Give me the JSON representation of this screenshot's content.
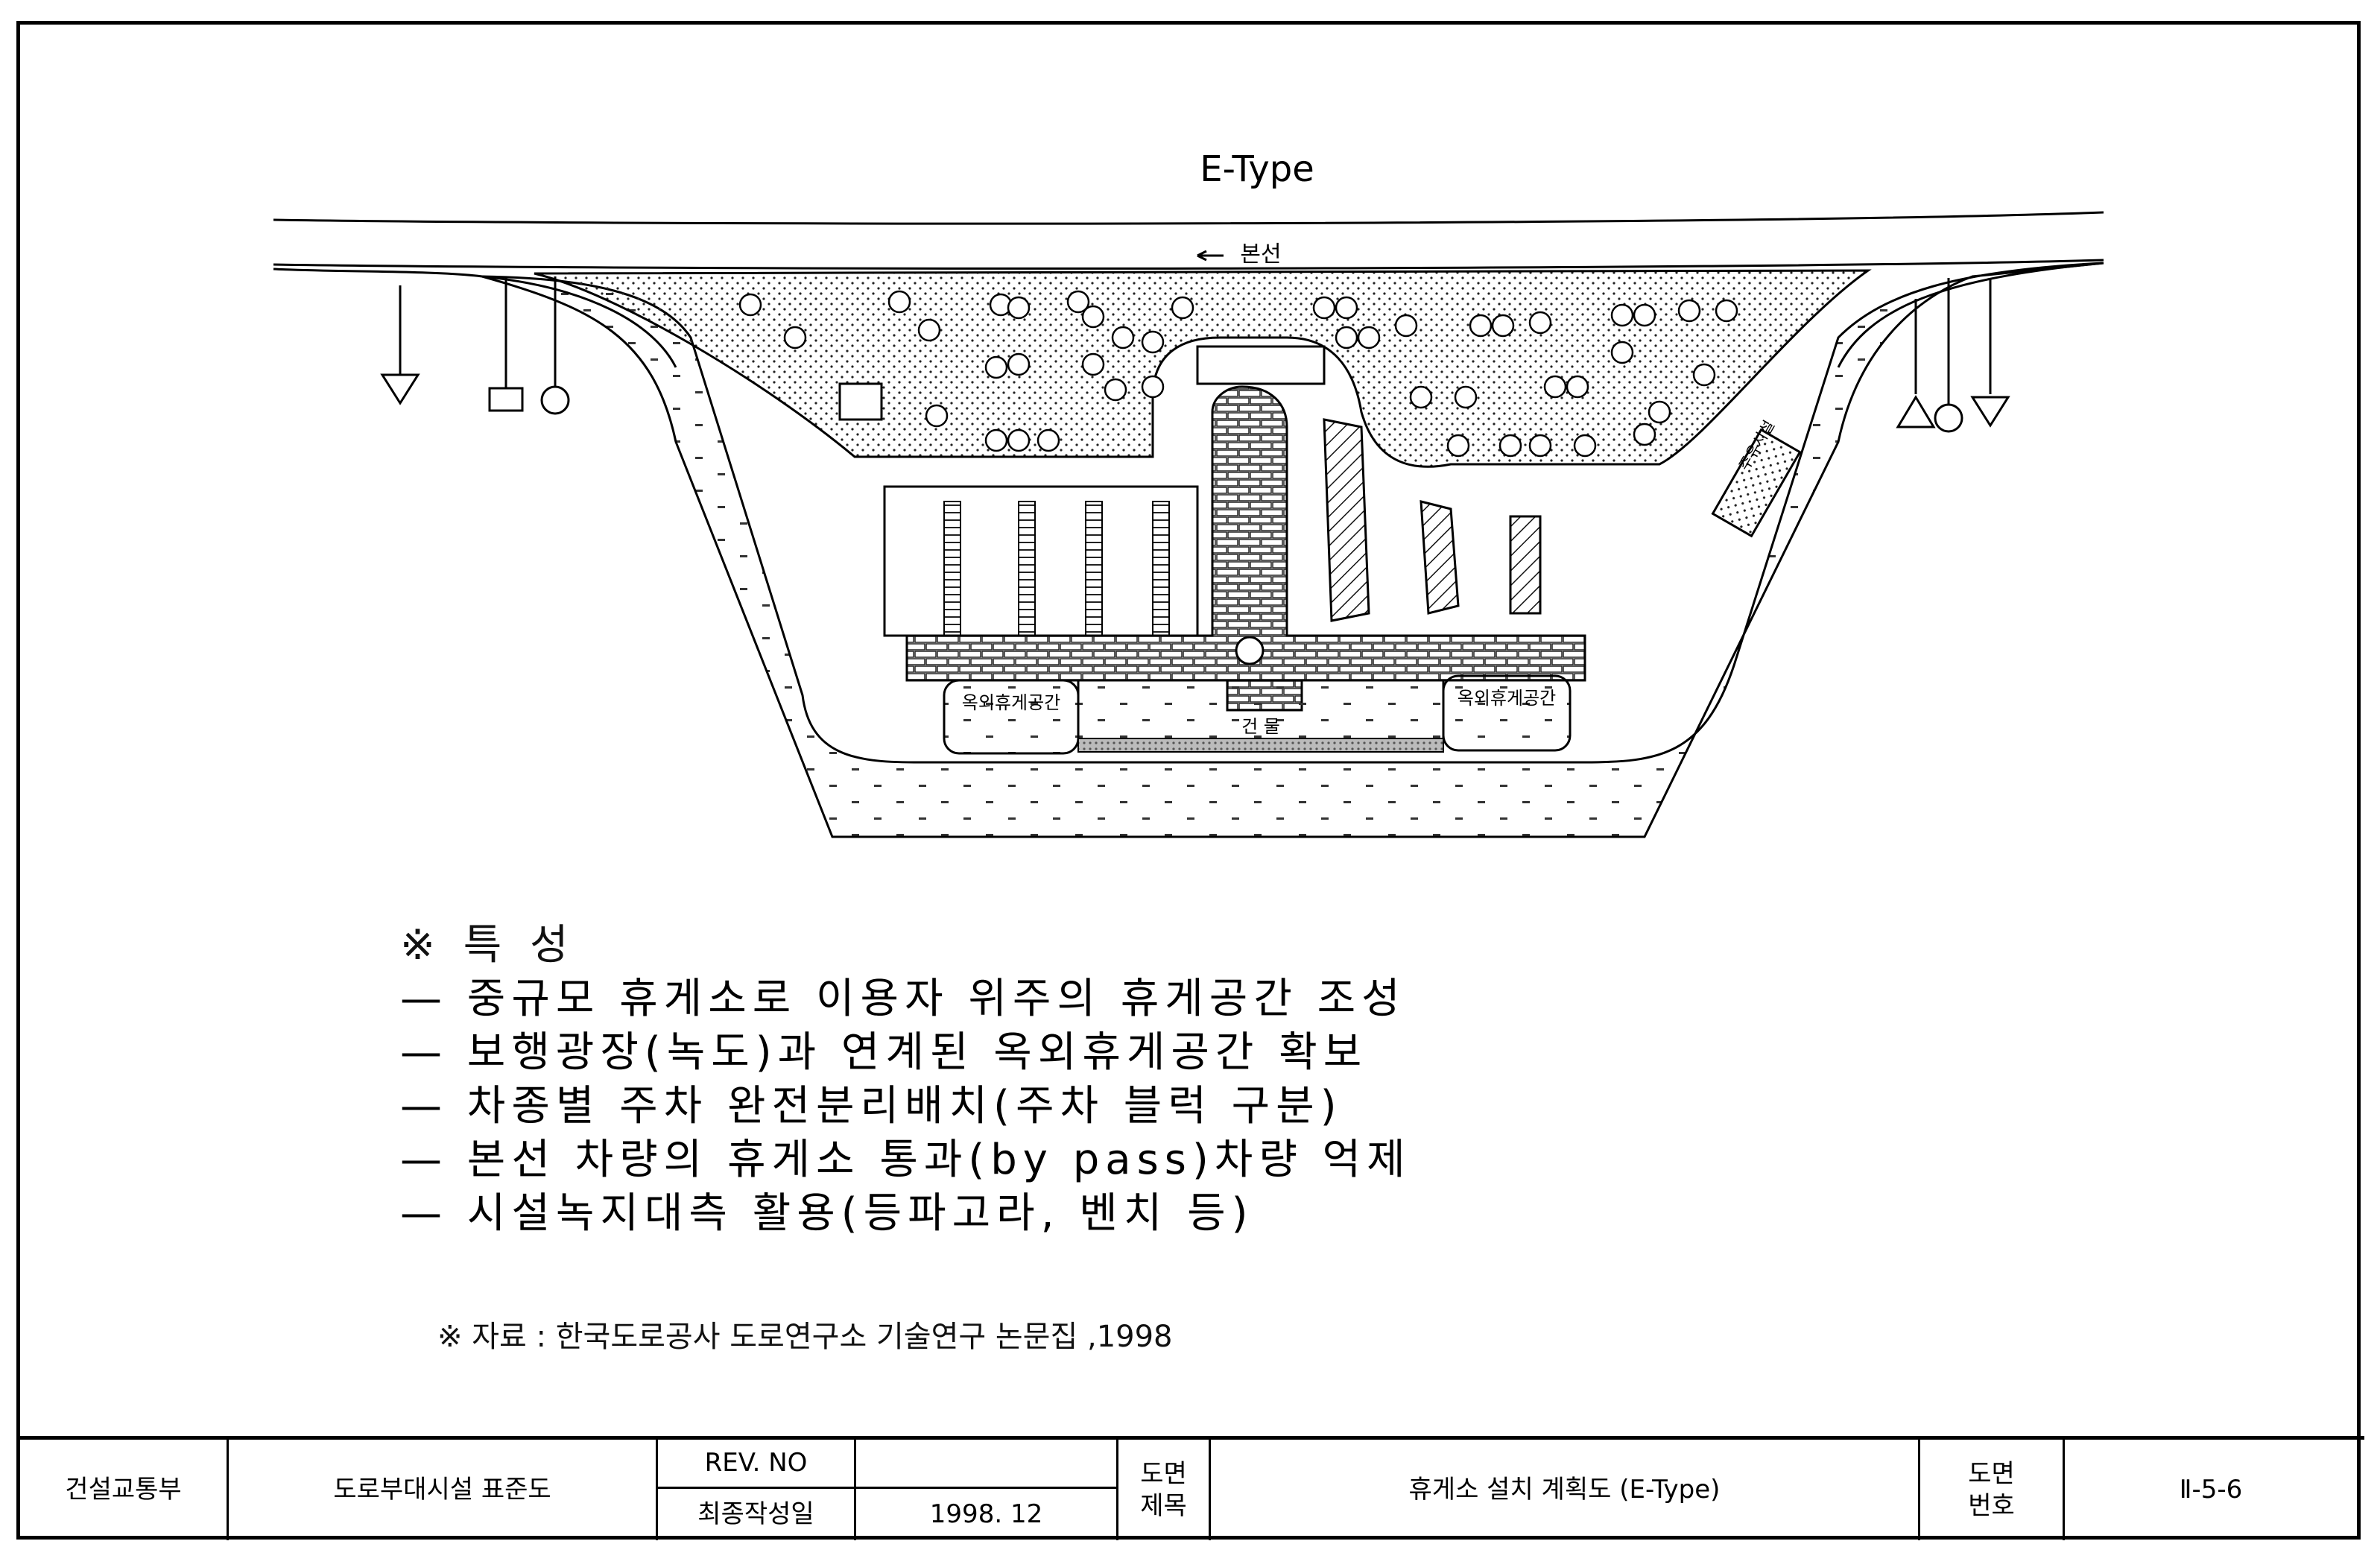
{
  "drawing": {
    "title": "E-Type",
    "labels": {
      "mainline": "본선",
      "outdoor_rest_left": "옥외휴게공간",
      "outdoor_rest_right": "옥외휴게공간",
      "building": "건   물",
      "gas_station": "주유시설"
    }
  },
  "features": {
    "heading": "※ 특 성",
    "items": [
      "— 중규모 휴게소로 이용자 위주의 휴게공간 조성",
      "— 보행광장(녹도)과 연계된 옥외휴게공간 확보",
      "— 차종별 주차 완전분리배치(주차 블럭 구분)",
      "— 본선 차량의 휴게소 통과(by pass)차량 억제",
      "— 시설녹지대측 활용(등파고라, 벤치 등)"
    ]
  },
  "source_note": "※ 자료 : 한국도로공사 도로연구소 기술연구 논문집 ,1998",
  "title_block": {
    "ministry": "건설교통부",
    "standard": "도로부대시설 표준도",
    "rev_label": "REV. NO",
    "rev_value": "",
    "date_label": "최종작성일",
    "date_value": "1998. 12",
    "drawing_title_label": "도면\n제목",
    "drawing_title": "휴게소 설치 계획도 (E-Type)",
    "drawing_no_label": "도면\n번호",
    "drawing_no": "Ⅱ-5-6"
  }
}
